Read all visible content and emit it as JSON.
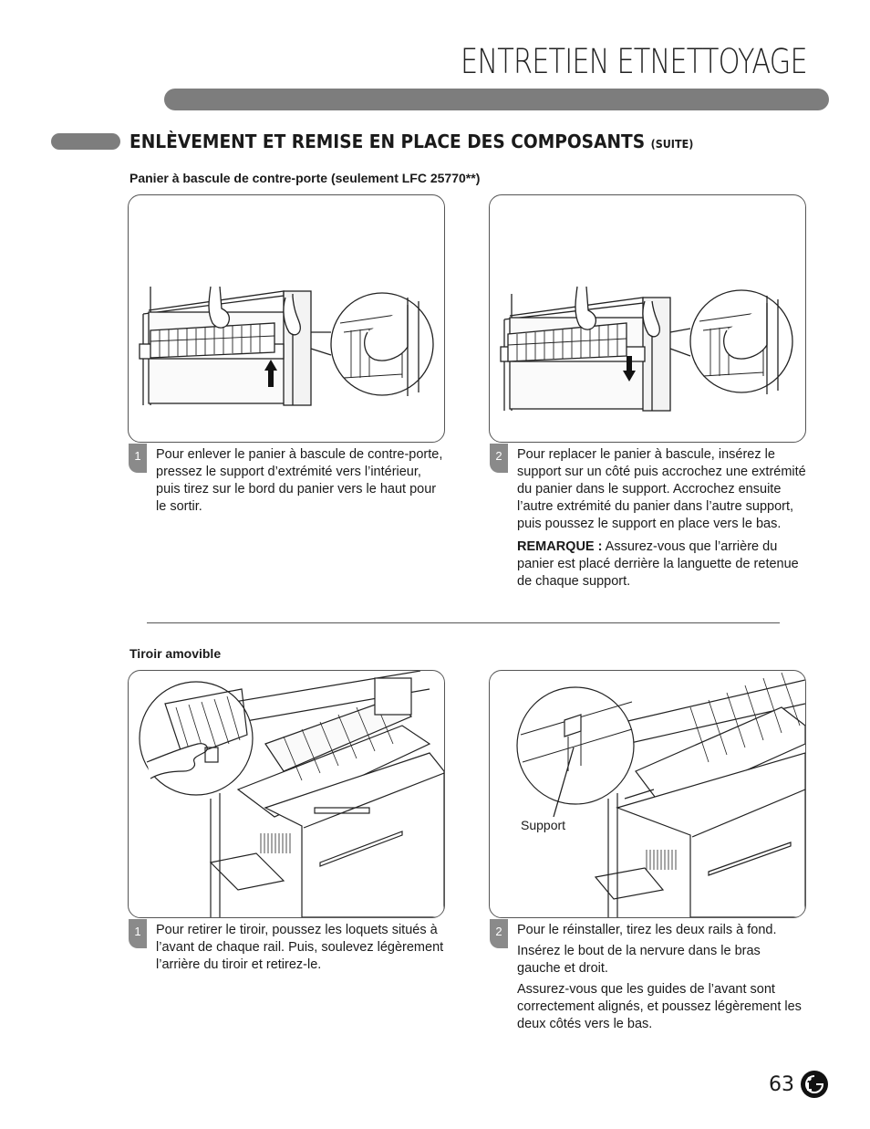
{
  "header": {
    "title": "ENTRETIEN ETNETTOYAGE"
  },
  "section": {
    "title": "ENLÈVEMENT ET REMISE EN PLACE DES COMPOSANTS",
    "suffix": "(SUITE)"
  },
  "basket": {
    "heading": "Panier à bascule de contre-porte (seulement LFC 25770**)",
    "step1": {
      "num": "1",
      "text": "Pour enlever le panier à bascule de contre-porte, pressez le support d’extrémité vers l’intérieur, puis tirez sur le bord du panier vers le haut pour le sortir."
    },
    "step2": {
      "num": "2",
      "text": "Pour replacer le panier à bascule, insérez le support sur un côté puis accrochez une extrémité du panier dans le support. Accrochez ensuite l’autre extrémité du panier dans l’autre support, puis poussez le support en place vers le bas.",
      "note_label": "REMARQUE :",
      "note_text": " Assurez-vous que l’arrière du panier est placé derrière la languette de retenue de chaque support."
    }
  },
  "drawer": {
    "heading": "Tiroir amovible",
    "support_label": "Support",
    "step1": {
      "num": "1",
      "text": "Pour retirer le tiroir, poussez les loquets situés à l’avant de chaque rail. Puis, soulevez légèrement l’arrière du tiroir et retirez-le."
    },
    "step2": {
      "num": "2",
      "p1": "Pour le réinstaller, tirez les deux rails à fond.",
      "p2": "Insérez le bout de la nervure dans le bras gauche et droit.",
      "p3": "Assurez-vous que les guides de l’avant sont correctement alignés, et poussez légèrement les deux côtés vers le bas."
    }
  },
  "footer": {
    "page_number": "63",
    "logo": "lg-logo-icon"
  }
}
